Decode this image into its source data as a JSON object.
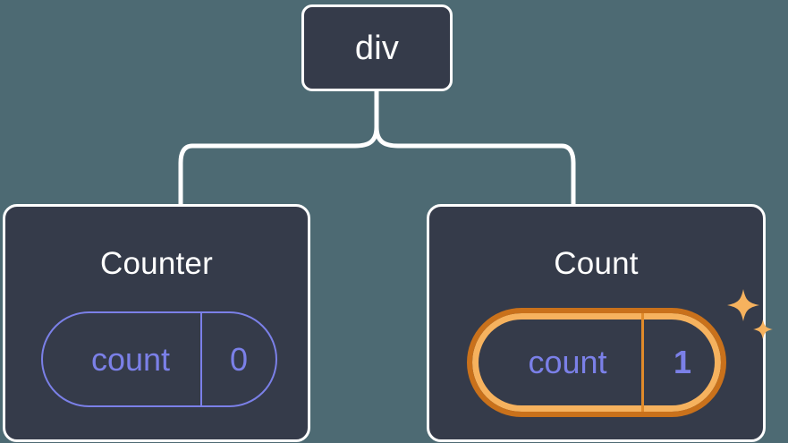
{
  "diagram": {
    "type": "component-tree",
    "background_color": "#4d6a73",
    "node_fill_color": "#353b4a",
    "node_border_color": "#ffffff",
    "connector_color": "#ffffff",
    "prop_color": "#7b80e8",
    "highlight_outer_color": "#c9711b",
    "highlight_inner_color": "#f6b25e",
    "sparkle_color": "#f6b25e"
  },
  "root": {
    "label": "div"
  },
  "children": [
    {
      "title": "Counter",
      "prop": {
        "key": "count",
        "value": "0"
      },
      "highlighted": false
    },
    {
      "title": "Count",
      "prop": {
        "key": "count",
        "value": "1"
      },
      "highlighted": true
    }
  ]
}
